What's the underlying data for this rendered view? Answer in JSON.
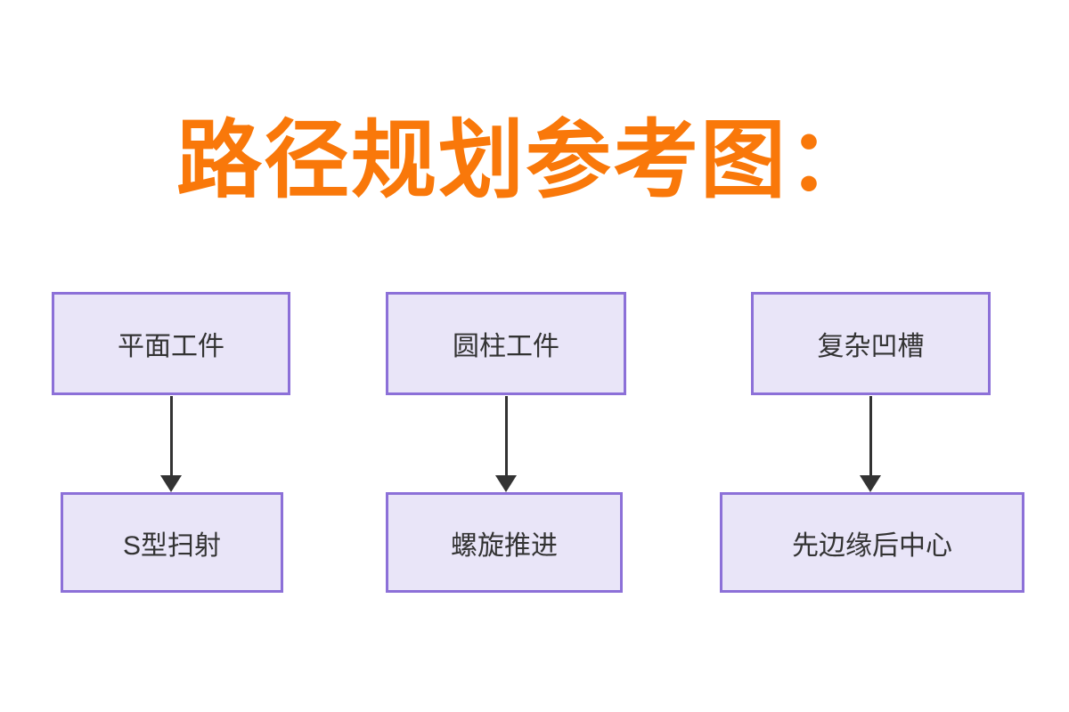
{
  "colors": {
    "bg": "#ffffff",
    "title-color": "#f9780a",
    "box-fill": "#e9e5f8",
    "box-border": "#8c70d8",
    "arrow-color": "#333333",
    "label-color": "#333333"
  },
  "title": {
    "text": "路径规划参考图："
  },
  "diagram": {
    "columns": [
      {
        "top": {
          "label": "平面工件"
        },
        "bottom": {
          "label": "S型扫射"
        }
      },
      {
        "top": {
          "label": "圆柱工件"
        },
        "bottom": {
          "label": "螺旋推进"
        }
      },
      {
        "top": {
          "label": "复杂凹槽"
        },
        "bottom": {
          "label": "先边缘后中心"
        }
      }
    ]
  }
}
